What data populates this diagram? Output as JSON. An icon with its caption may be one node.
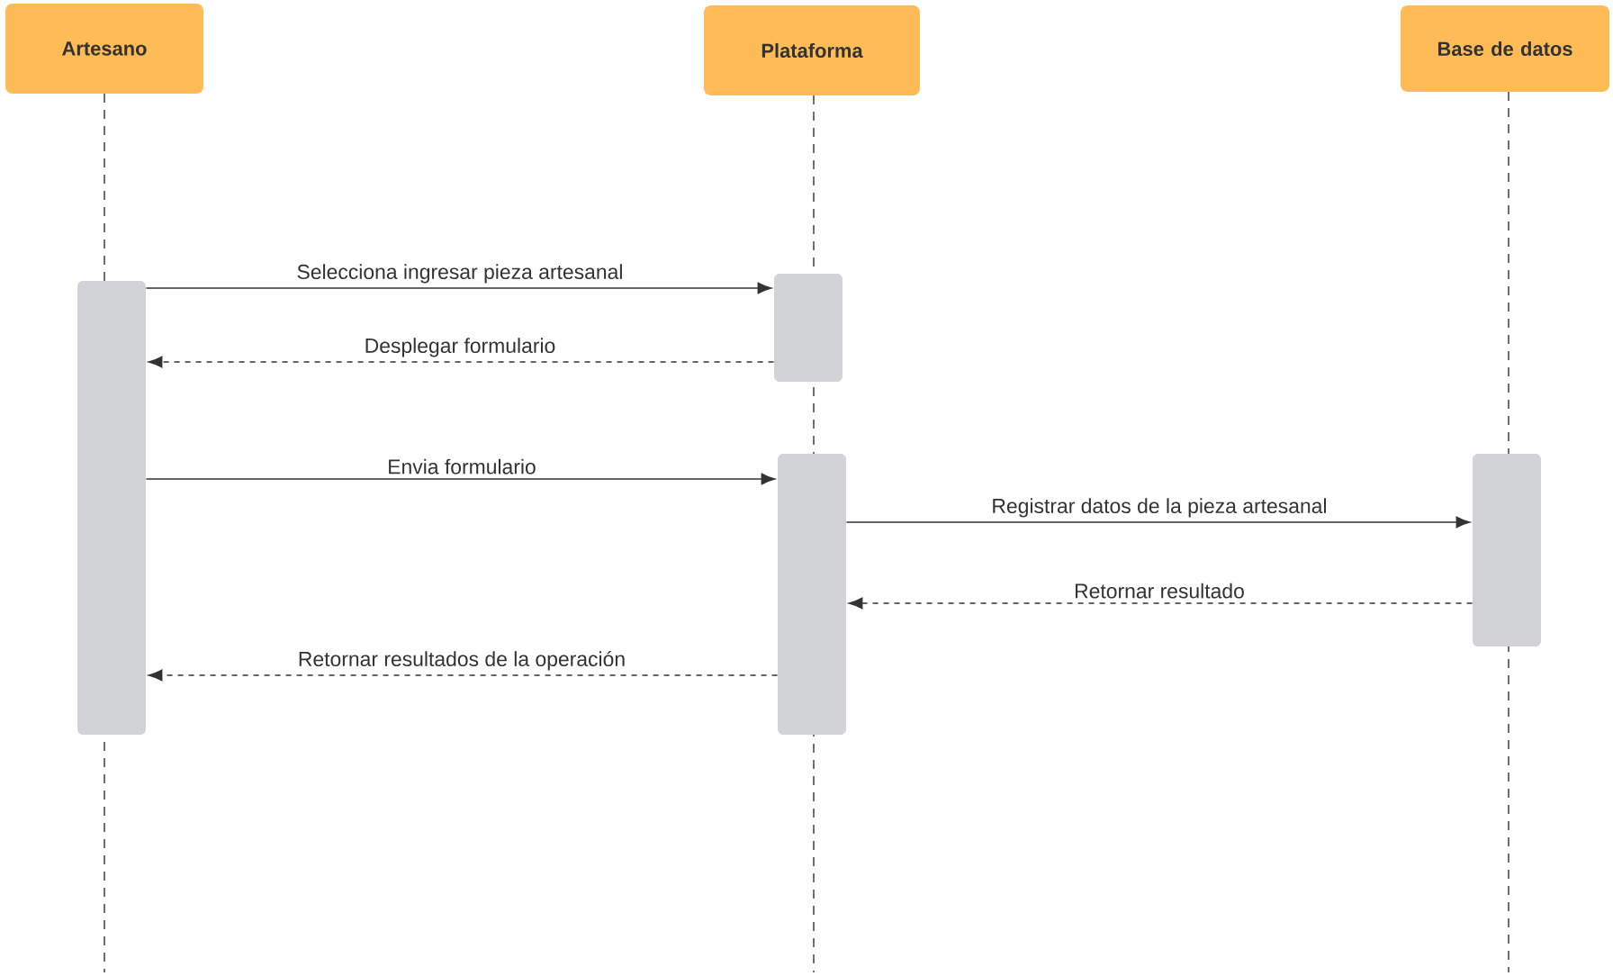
{
  "diagram": {
    "nodes": [
      {
        "text": [
          "Artesano"
        ]
      },
      {
        "text": [
          "Plataforma"
        ]
      },
      {
        "text": [
          "Base de datos"
        ]
      },
      {
        "text": [],
        "shape": "bar"
      },
      {
        "text": [],
        "shape": "bar"
      },
      {
        "text": [],
        "shape": "bar"
      },
      {
        "text": [],
        "shape": "bar"
      }
    ],
    "edges": [
      {
        "from": 3,
        "to": 4,
        "arrow": "to",
        "label": "Selecciona ingresar pieza artesanal"
      },
      {
        "from": 4,
        "to": 3,
        "arrow": "to",
        "style": "dashed",
        "label": "Desplegar formulario"
      },
      {
        "from": 3,
        "to": 5,
        "arrow": "to",
        "label": "Envia formulario"
      },
      {
        "from": 5,
        "to": 6,
        "arrow": "to",
        "label": "Registrar datos de la pieza artesanal"
      },
      {
        "from": 6,
        "to": 5,
        "arrow": "to",
        "style": "dashed",
        "label": "Retornar resultado"
      },
      {
        "from": 5,
        "to": 3,
        "arrow": "to",
        "style": "dashed",
        "label": "Retornar resultados de la operación"
      }
    ]
  }
}
